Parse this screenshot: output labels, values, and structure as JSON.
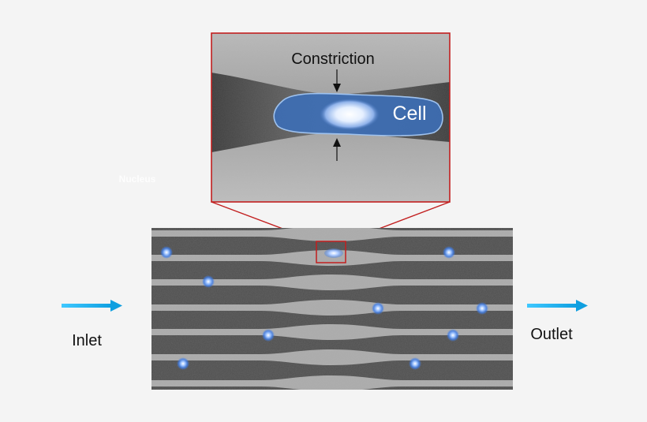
{
  "labels": {
    "constriction": "Constriction",
    "cell": "Cell",
    "nucleus": "Nucleus",
    "inlet": "Inlet",
    "outlet": "Outlet"
  },
  "colors": {
    "background": "#f4f4f4",
    "zoom_frame": "#c21f1f",
    "flow_arrow": "#1fb4ef",
    "cell_fill": "#3d6eb4",
    "cell_outline": "#9fc2ee",
    "channel_wall": "#ababab",
    "channel_gap": "#555555",
    "cell_dot": "#4f8fff"
  },
  "icons": {
    "flow": "right-arrow-icon",
    "pointer": "down-arrow-icon"
  }
}
